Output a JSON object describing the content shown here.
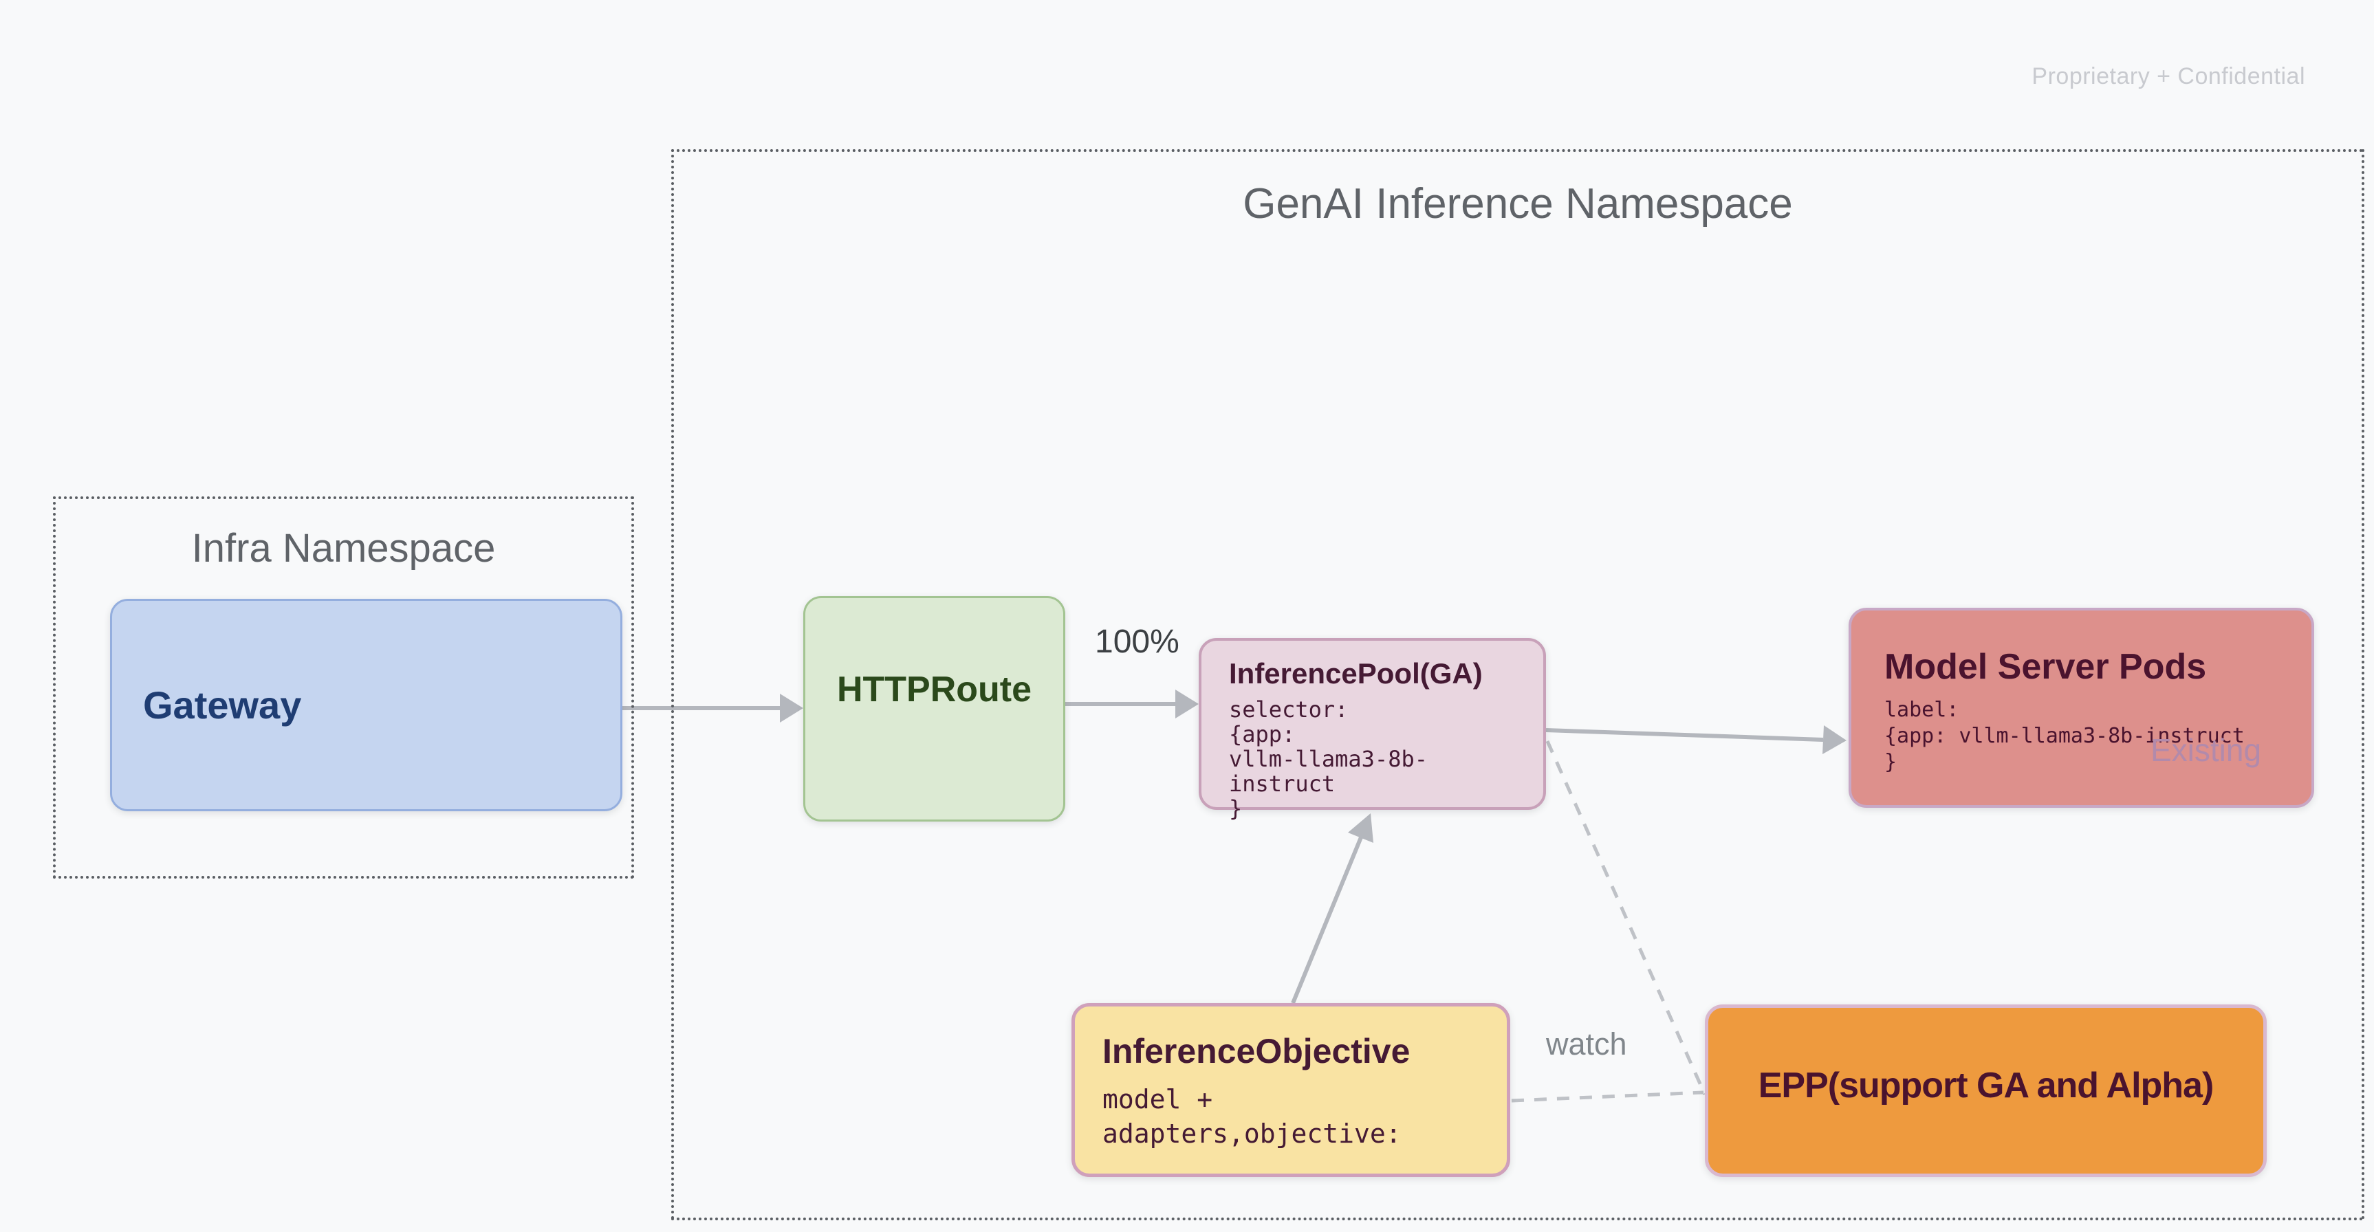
{
  "footer": {
    "confidentiality": "Proprietary + Confidential"
  },
  "namespaces": {
    "genai": {
      "title": "GenAI Inference Namespace"
    },
    "infra": {
      "title": "Infra Namespace"
    }
  },
  "nodes": {
    "gateway": {
      "label": "Gateway"
    },
    "httproute": {
      "label": "HTTPRoute"
    },
    "inference_pool": {
      "title": "InferencePool(GA)",
      "code_lines": [
        "selector:",
        "{app:",
        "vllm-llama3-8b-instruct",
        "}"
      ]
    },
    "model_server_pods": {
      "title": "Model Server Pods",
      "code_lines": [
        "label:",
        "{app: vllm-llama3-8b-instruct",
        "}"
      ],
      "badge": "Existing"
    },
    "inference_objective": {
      "title": "InferenceObjective",
      "code_lines": [
        "model +",
        "adapters,objective:"
      ]
    },
    "epp": {
      "label": "EPP(support GA and Alpha)"
    }
  },
  "edges": {
    "route_weight_label": "100%",
    "watch_label": "watch"
  },
  "colors": {
    "background": "#f8f9fa",
    "dot_border": "#5a5e63",
    "muted_text": "#5f6368",
    "confidential_text": "#c8cacf",
    "label_dark": "#3c4043",
    "watch_label": "#80868b",
    "arrow": "#b4b7bd",
    "dashed": "#bfc2c7",
    "gateway_fill": "#c5d5f0",
    "gateway_border": "#94aede",
    "gateway_text": "#1f3d73",
    "httproute_fill": "#dcead3",
    "httproute_border": "#a3c492",
    "httproute_text": "#2b491b",
    "pool_fill": "#e9d6e0",
    "pool_border": "#c8a1b9",
    "pool_text": "#451a34",
    "pods_fill": "#dd908c",
    "pods_border": "#c8a8c6",
    "pods_text": "#4a132e",
    "existing_text": "#b28aab",
    "objective_fill": "#f9e3a3",
    "objective_border": "#cfa0bb",
    "objective_text": "#451a34",
    "epp_fill": "#ee9a3e",
    "epp_border": "#d9b8cf",
    "epp_text": "#4a132e"
  }
}
